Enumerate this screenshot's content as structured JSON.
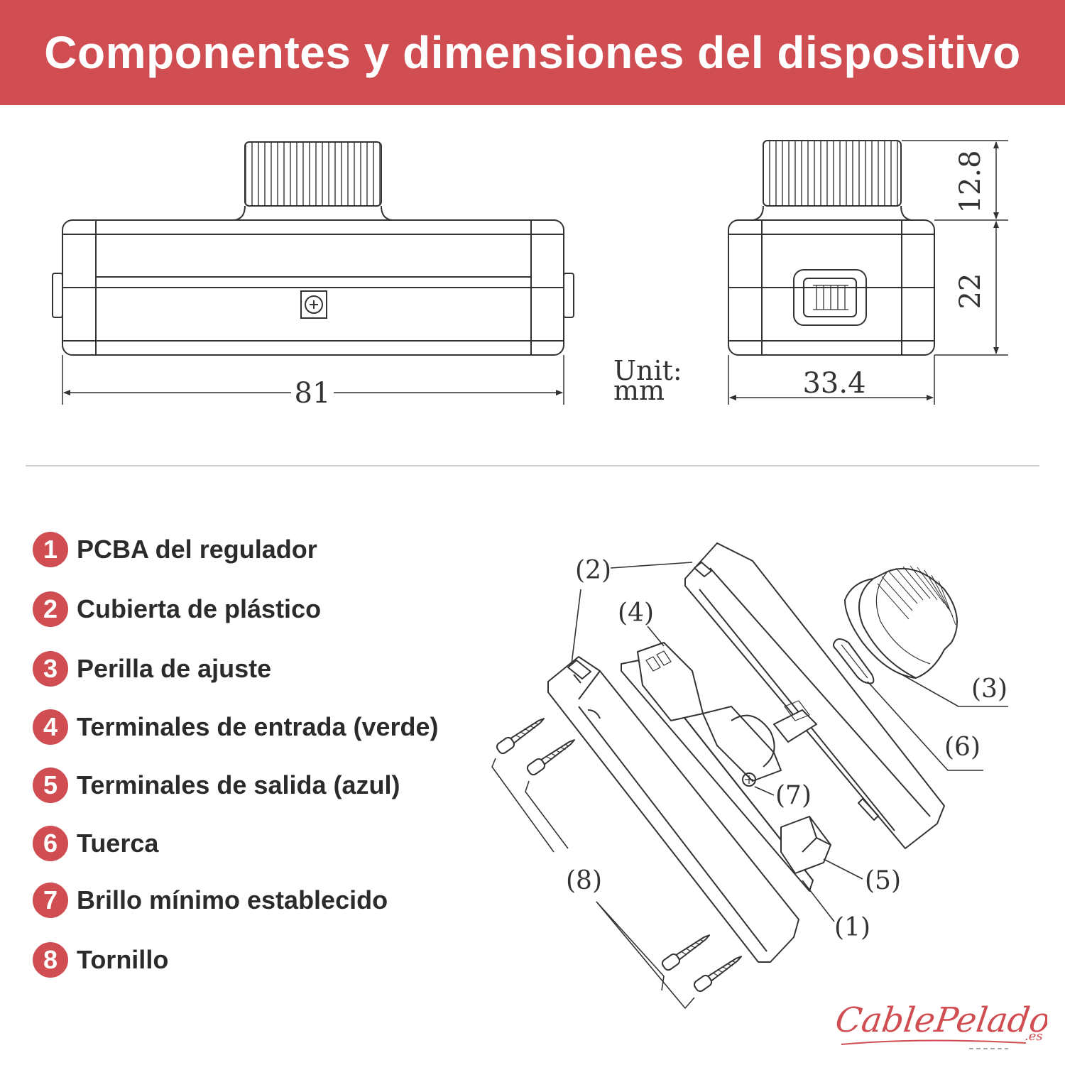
{
  "header": {
    "title": "Componentes y dimensiones del dispositivo"
  },
  "dimensions": {
    "length": "81",
    "width": "33.4",
    "knob_height": "12.8",
    "body_height": "22",
    "unit_line1": "Unit:",
    "unit_line2": "mm"
  },
  "legend": {
    "items": [
      {
        "number": "1",
        "label": "PCBA del regulador"
      },
      {
        "number": "2",
        "label": "Cubierta de plástico"
      },
      {
        "number": "3",
        "label": "Perilla de ajuste"
      },
      {
        "number": "4",
        "label": "Terminales de entrada (verde)"
      },
      {
        "number": "5",
        "label": "Terminales de salida (azul)"
      },
      {
        "number": "6",
        "label": "Tuerca"
      },
      {
        "number": "7",
        "label": "Brillo mínimo establecido"
      },
      {
        "number": "8",
        "label": "Tornillo"
      }
    ]
  },
  "callouts": {
    "c1": "(1)",
    "c2": "(2)",
    "c3": "(3)",
    "c4": "(4)",
    "c5": "(5)",
    "c6": "(6)",
    "c7": "(7)",
    "c8": "(8)"
  },
  "logo": {
    "text": "CablePelado",
    "suffix": ".es",
    "color": "#d04e52"
  },
  "colors": {
    "accent": "#d04e52",
    "line": "#333333"
  }
}
